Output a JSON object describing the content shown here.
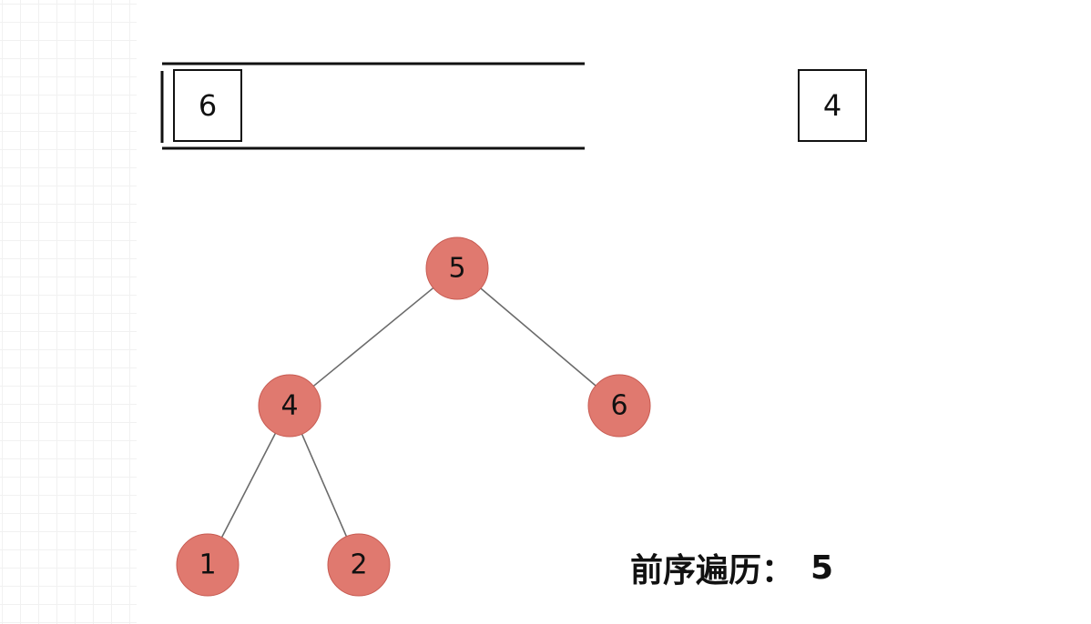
{
  "stack": {
    "items": [
      "6"
    ]
  },
  "current_node": {
    "value": "4"
  },
  "tree": {
    "nodes": [
      {
        "id": "n5",
        "label": "5"
      },
      {
        "id": "n4",
        "label": "4"
      },
      {
        "id": "n6",
        "label": "6"
      },
      {
        "id": "n1",
        "label": "1"
      },
      {
        "id": "n2",
        "label": "2"
      }
    ],
    "edges": [
      {
        "from": "n5",
        "to": "n4"
      },
      {
        "from": "n5",
        "to": "n6"
      },
      {
        "from": "n4",
        "to": "n1"
      },
      {
        "from": "n4",
        "to": "n2"
      }
    ]
  },
  "traversal": {
    "label": "前序遍历：",
    "values": "5"
  },
  "colors": {
    "node_fill": "#e0796f",
    "node_stroke": "#c75b52",
    "edge": "#6b6b6b",
    "text": "#111111"
  }
}
